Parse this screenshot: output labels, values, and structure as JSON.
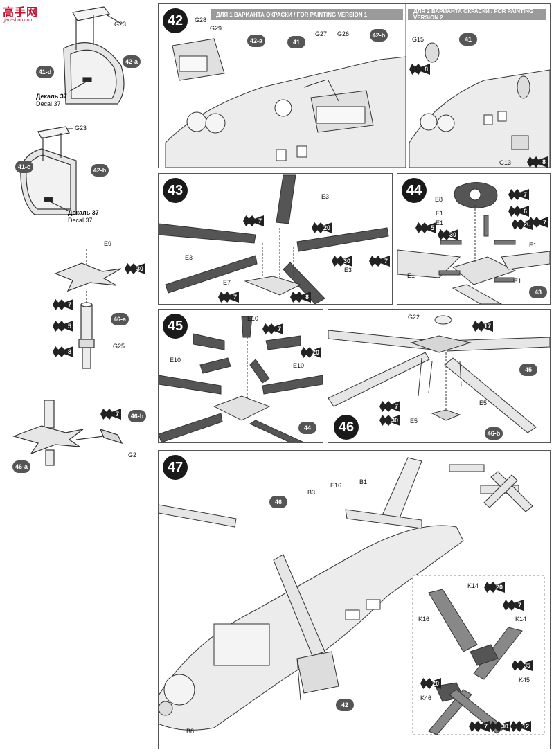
{
  "watermark": {
    "main": "高手网",
    "sub": "gao-shou.com"
  },
  "steps": {
    "s42": {
      "num": "42",
      "bar1": "ДЛЯ 1 ВАРИАНТА ОКРАСКИ / FOR PAINTING VERSION 1",
      "bar2": "ДЛЯ 2 ВАРИАНТА ОКРАСКИ / FOR PAINTING VERSION 2"
    },
    "s43": {
      "num": "43"
    },
    "s44": {
      "num": "44"
    },
    "s45": {
      "num": "45"
    },
    "s46": {
      "num": "46"
    },
    "s47": {
      "num": "47"
    }
  },
  "left": {
    "a42a": {
      "ref": "42-a",
      "part_ref": "41-d",
      "g": "G23",
      "decal_ru": "Декаль 37",
      "decal_en": "Decal 37"
    },
    "a42b": {
      "ref": "42-b",
      "part_ref": "41-c",
      "g": "G23",
      "decal_ru": "Декаль 37",
      "decal_en": "Decal 37"
    },
    "a46a": {
      "ref": "46-a",
      "e": "E9",
      "g": "G25",
      "c1": "30",
      "c2": "7",
      "c3": "5",
      "c4": "8"
    },
    "a46b": {
      "ref": "46-b",
      "part_ref": "46-a",
      "g": "G2",
      "c1": "7"
    }
  },
  "s42_labels": {
    "g28": "G28",
    "g29": "G29",
    "g27": "G27",
    "g26": "G26",
    "r42a": "42-a",
    "r42b": "42-b",
    "r41": "41",
    "r41b": "41",
    "g15": "G15",
    "g13": "G13",
    "c8a": "8",
    "c8b": "8"
  },
  "s43_labels": {
    "e3a": "E3",
    "e3b": "E3",
    "e3c": "E3",
    "e7": "E7",
    "c7a": "7",
    "c7b": "7",
    "c7c": "7",
    "c20": "20",
    "c30": "30",
    "c8": "8"
  },
  "s44_labels": {
    "e8": "E8",
    "e1a": "E1",
    "e1b": "E1",
    "e1c": "E1",
    "e1d": "E1",
    "e1e": "E1",
    "c7a": "7",
    "c6": "6",
    "c5": "5",
    "c30": "30",
    "c20": "20",
    "c7b": "7",
    "r43": "43"
  },
  "s45_labels": {
    "e10a": "E10",
    "e10b": "E10",
    "e10c": "E10",
    "c7": "7",
    "c20": "20",
    "r44": "44"
  },
  "s46_labels": {
    "g22": "G22",
    "c17": "17",
    "e5a": "E5",
    "e5b": "E5",
    "c7": "7",
    "c30": "30",
    "r45": "45",
    "r46b": "46-b"
  },
  "s47_labels": {
    "b3": "B3",
    "e16": "E16",
    "b1": "B1",
    "b8": "B8",
    "r46": "46",
    "r42": "42",
    "k14a": "K14",
    "k14b": "K14",
    "k16": "K16",
    "k45": "K45",
    "k46": "K46",
    "c20a": "20",
    "c7a": "7",
    "c35": "35",
    "c20b": "20",
    "c7b": "7",
    "c30": "30",
    "c12": "12"
  }
}
